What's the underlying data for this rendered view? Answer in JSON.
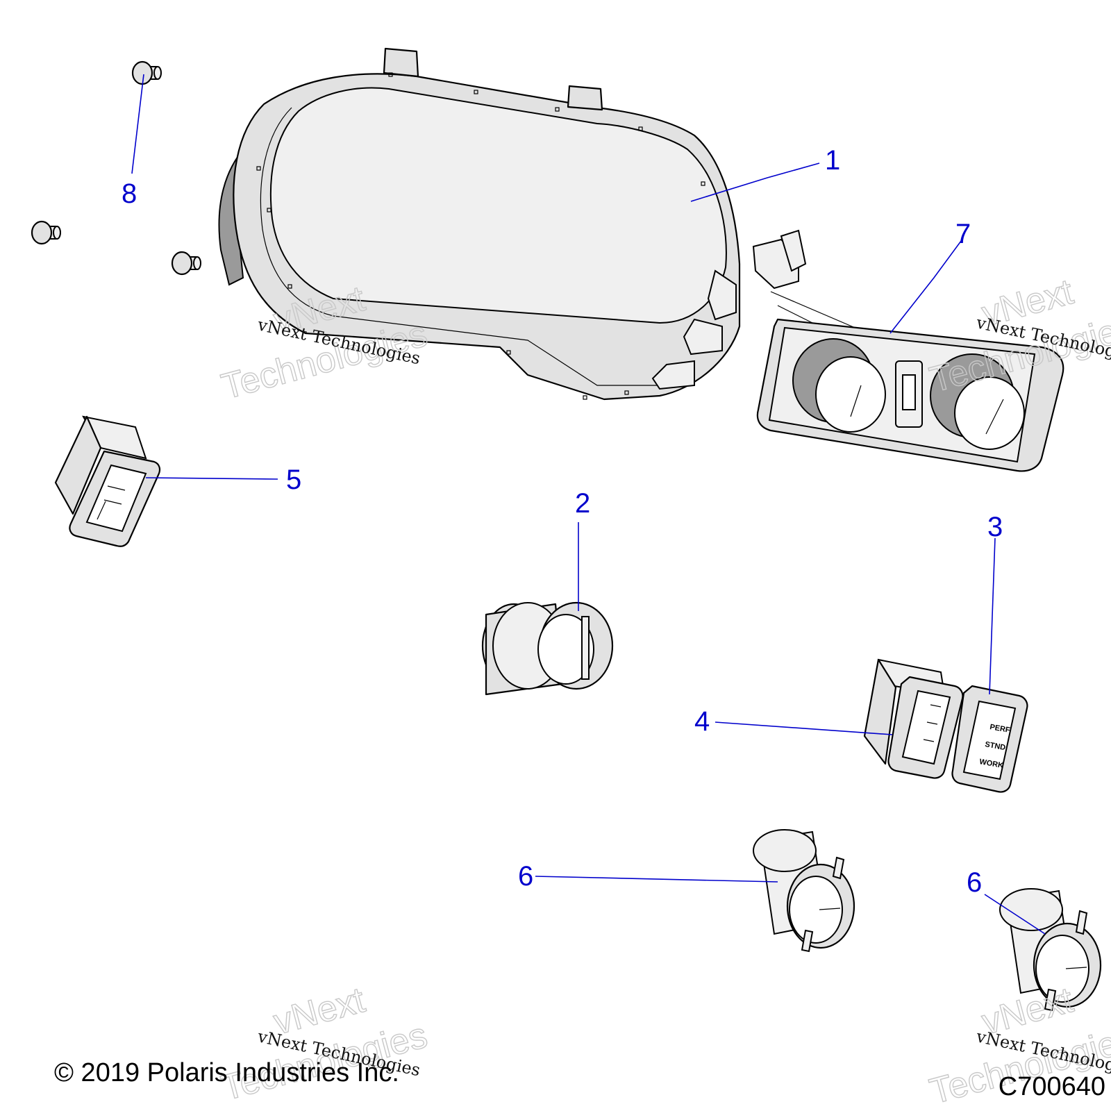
{
  "callouts": {
    "c1": "1",
    "c2": "2",
    "c3": "3",
    "c4": "4",
    "c5": "5",
    "c6a": "6",
    "c6b": "6",
    "c7": "7",
    "c8": "8"
  },
  "switch_labels": {
    "perf": "PERF",
    "stnd": "STND",
    "work": "WORK"
  },
  "watermark": {
    "brand": "vNext",
    "brand2": "Technologies",
    "line": "vNext Technologies"
  },
  "footer": {
    "copyright": "© 2019 Polaris Industries Inc.",
    "code": "C700640"
  },
  "colors": {
    "callout": "#0000cc",
    "part_fill": "#e2e2e2"
  }
}
